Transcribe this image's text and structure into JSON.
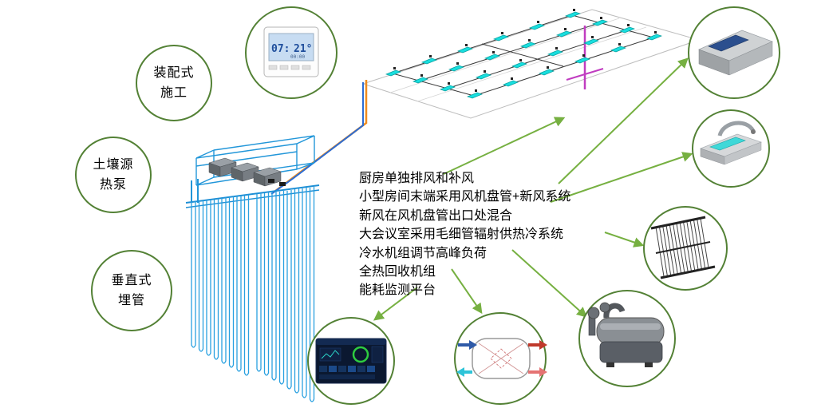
{
  "colors": {
    "circle_green": "#538135",
    "arrow_green": "#76b041",
    "pipe_blue": "#2196d9",
    "trunk_orange": "#f08c1e",
    "trunk_blue": "#2b6cd4",
    "unit_cyan": "#18dede",
    "trunk_magenta": "#c03cc0"
  },
  "bubbles": [
    {
      "line1": "装配式",
      "line2": "施工"
    },
    {
      "line1": "土壤源",
      "line2": "热泵"
    },
    {
      "line1": "垂直式",
      "line2": "埋管"
    }
  ],
  "notes": [
    "厨房单独排风和补风",
    "小型房间末端采用风机盘管+新风系统",
    "新风在风机盘管出口处混合",
    "大会议室采用毛细管辐射供热冷系统",
    "冷水机组调节高峰负荷",
    "全热回收机组",
    "能耗监测平台"
  ],
  "thermostat": {
    "display_left": "07:",
    "display_right": "21°",
    "timer": "00:00"
  }
}
